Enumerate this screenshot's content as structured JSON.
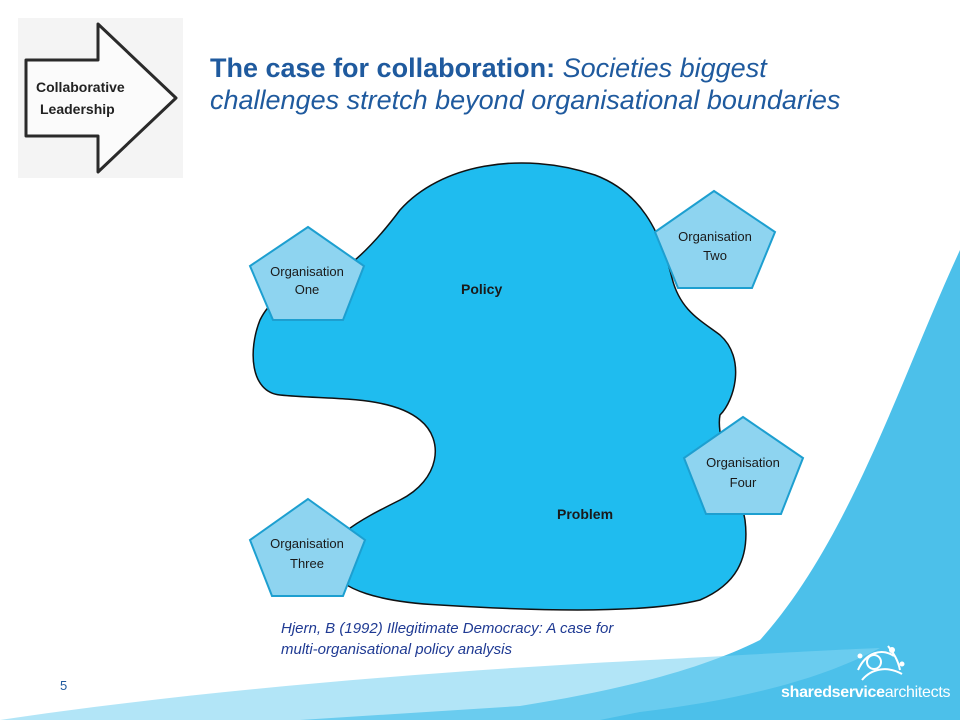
{
  "badge": {
    "line1": "Collaborative",
    "line2": "Leadership"
  },
  "title": {
    "bold": "The case for collaboration:",
    "italic": " Societies biggest challenges stretch beyond organisational boundaries"
  },
  "diagram": {
    "blob_label_top": "Policy",
    "blob_label_bottom": "Problem",
    "organisations": [
      {
        "line1": "Organisation",
        "line2": "One"
      },
      {
        "line1": "Organisation",
        "line2": "Two"
      },
      {
        "line1": "Organisation",
        "line2": "Three"
      },
      {
        "line1": "Organisation",
        "line2": "Four"
      }
    ]
  },
  "citation": {
    "line1": "Hjern, B (1992) Illegitimate Democracy: A case for",
    "line2": "multi-organisational policy analysis"
  },
  "footer": {
    "page_number": "5",
    "brand_part1": "sharedservice",
    "brand_part2": "architects"
  },
  "colors": {
    "blob": "#1fbcef",
    "pentagon": "#8ed4f0",
    "accent": "#4cc0ea",
    "title": "#1f5a9e"
  }
}
